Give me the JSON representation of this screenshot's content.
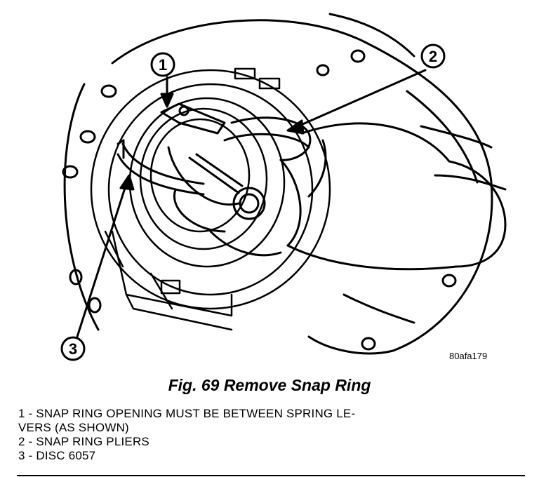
{
  "figure": {
    "code": "80afa179",
    "caption": "Fig. 69 Remove Snap Ring",
    "callouts": [
      "1",
      "2",
      "3"
    ]
  },
  "legend": {
    "items": [
      "1 - SNAP RING OPENING MUST BE BETWEEN SPRING LE-",
      "VERS (AS SHOWN)",
      "2 - SNAP RING PLIERS",
      "3 - DISC 6057"
    ]
  }
}
